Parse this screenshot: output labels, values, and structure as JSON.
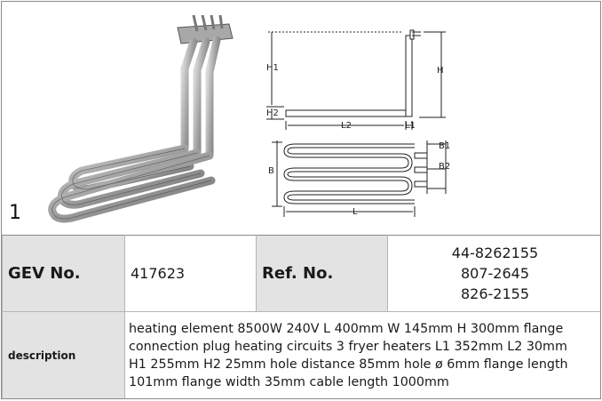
{
  "figure": {
    "item_number": "1",
    "dimension_labels": [
      "H1",
      "H2",
      "H",
      "L2",
      "L1",
      "B1",
      "B2",
      "B",
      "L"
    ]
  },
  "table": {
    "gev_label": "GEV No.",
    "gev_value": "417623",
    "ref_label": "Ref. No.",
    "ref_values": [
      "44-8262155",
      "807-2645",
      "826-2155"
    ],
    "description_label": "description",
    "description_lines": [
      "heating element  8500W 240V L 400mm W 145mm H 300mm flange",
      "connection plug heating circuits 3 fryer heaters L1 352mm L2 30mm",
      "H1 255mm H2 25mm hole distance 85mm hole ø 6mm flange length",
      "101mm flange width 35mm cable length 1000mm"
    ]
  },
  "colors": {
    "label_background": "#e3e3e3",
    "grid_line": "#b5b5b5"
  }
}
